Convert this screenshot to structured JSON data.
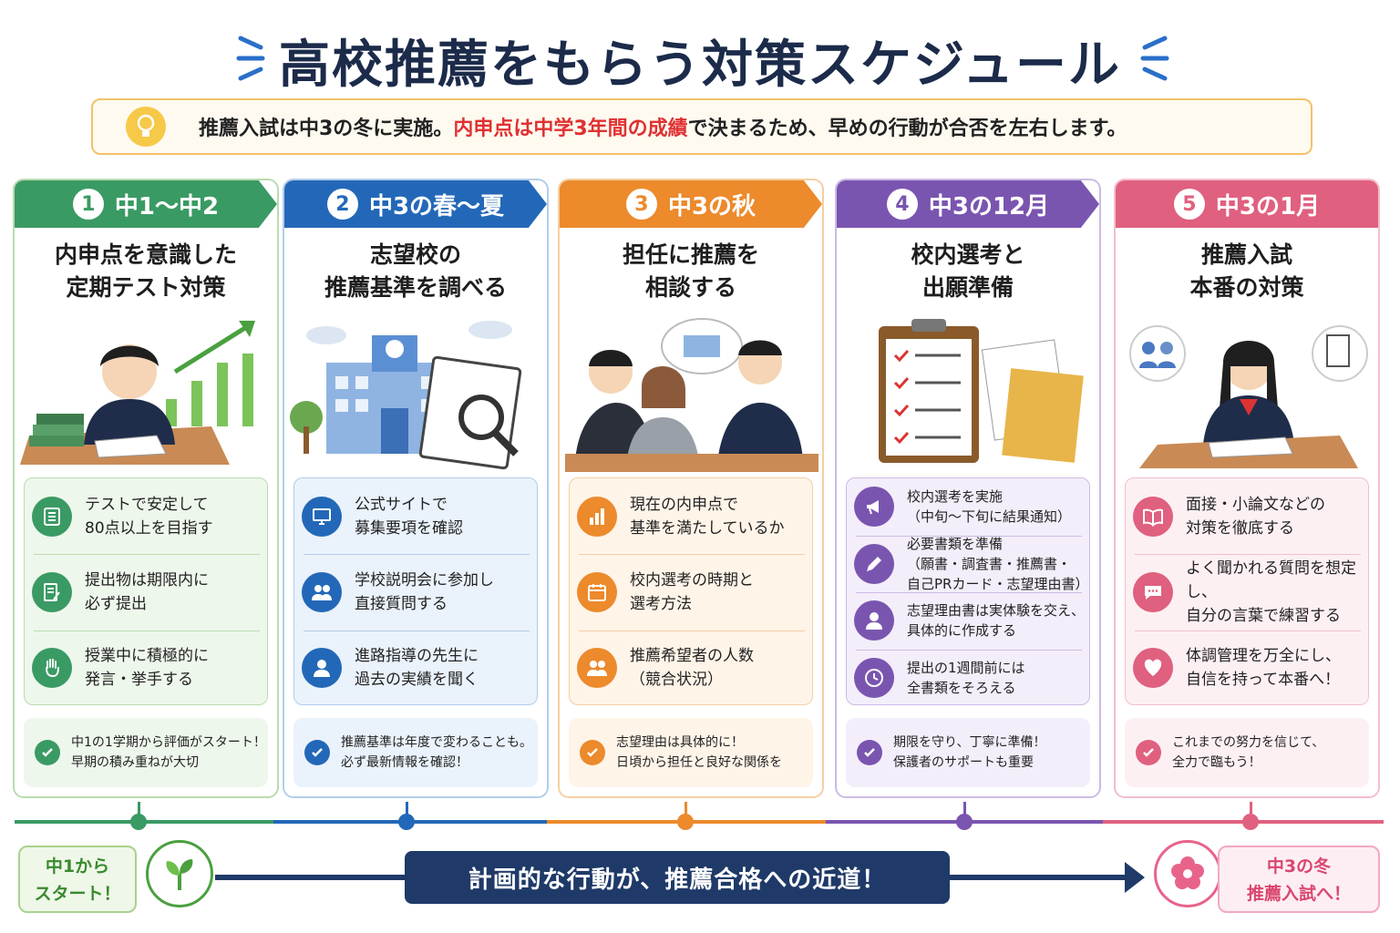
{
  "title": "高校推薦をもらう対策スケジュール",
  "banner": {
    "pre": "推薦入試は中3の冬に実施。",
    "highlight": "内申点は中学3年間の成績",
    "post": "で決まるため、早めの行動が合否を左右します。"
  },
  "columns": [
    {
      "num": "1",
      "period": "中1〜中2",
      "title": "内申点を意識した\n定期テスト対策",
      "color": "#3a9a64",
      "light": "#eef7ec",
      "border": "#b9dcb0",
      "items": [
        {
          "icon": "checklist-icon",
          "text": "テストで安定して\n80点以上を目指す"
        },
        {
          "icon": "document-pen-icon",
          "text": "提出物は期限内に\n必ず提出"
        },
        {
          "icon": "raised-hand-icon",
          "text": "授業中に積極的に\n発言・挙手する"
        }
      ],
      "note": "中1の1学期から評価がスタート！\n早期の積み重ねが大切"
    },
    {
      "num": "2",
      "period": "中3の春〜夏",
      "title": "志望校の\n推薦基準を調べる",
      "color": "#2368b8",
      "light": "#eaf2fb",
      "border": "#b3cdea",
      "items": [
        {
          "icon": "monitor-icon",
          "text": "公式サイトで\n募集要項を確認"
        },
        {
          "icon": "people-icon",
          "text": "学校説明会に参加し\n直接質問する"
        },
        {
          "icon": "person-icon",
          "text": "進路指導の先生に\n過去の実績を聞く"
        }
      ],
      "note": "推薦基準は年度で変わることも。\n必ず最新情報を確認！"
    },
    {
      "num": "3",
      "period": "中3の秋",
      "title": "担任に推薦を\n相談する",
      "color": "#ec8a2c",
      "light": "#fff4e8",
      "border": "#f4cfa3",
      "items": [
        {
          "icon": "bar-chart-icon",
          "text": "現在の内申点で\n基準を満たしているか"
        },
        {
          "icon": "calendar-icon",
          "text": "校内選考の時期と\n選考方法"
        },
        {
          "icon": "people-icon",
          "text": "推薦希望者の人数\n（競合状況）"
        }
      ],
      "note": "志望理由は具体的に！\n日頃から担任と良好な関係を"
    },
    {
      "num": "4",
      "period": "中3の12月",
      "title": "校内選考と\n出願準備",
      "color": "#7a55b0",
      "light": "#f3eefa",
      "border": "#cdbbe6",
      "items": [
        {
          "icon": "megaphone-icon",
          "text": "校内選考を実施\n（中旬〜下旬に結果通知）"
        },
        {
          "icon": "pen-icon",
          "text": "必要書類を準備\n（願書・調査書・推薦書・\n自己PRカード・志望理由書）"
        },
        {
          "icon": "person-icon",
          "text": "志望理由書は実体験を交え、\n具体的に作成する"
        },
        {
          "icon": "clock-icon",
          "text": "提出の1週間前には\n全書類をそろえる"
        }
      ],
      "note": "期限を守り、丁寧に準備！\n保護者のサポートも重要"
    },
    {
      "num": "5",
      "period": "中3の1月",
      "title": "推薦入試\n本番の対策",
      "color": "#e0607f",
      "light": "#fdf0f3",
      "border": "#f3bfcc",
      "items": [
        {
          "icon": "book-icon",
          "text": "面接・小論文などの\n対策を徹底する"
        },
        {
          "icon": "chat-bubble-icon",
          "text": "よく聞かれる質問を想定し、\n自分の言葉で練習する"
        },
        {
          "icon": "heart-icon",
          "text": "体調管理を万全にし、\n自信を持って本番へ！"
        }
      ],
      "note": "これまでの努力を信じて、\n全力で臨もう！"
    }
  ],
  "footer": {
    "start": "中1から\nスタート！",
    "motto": "計画的な行動が、推薦合格への近道！",
    "goal": "中3の冬\n推薦入試へ！"
  }
}
